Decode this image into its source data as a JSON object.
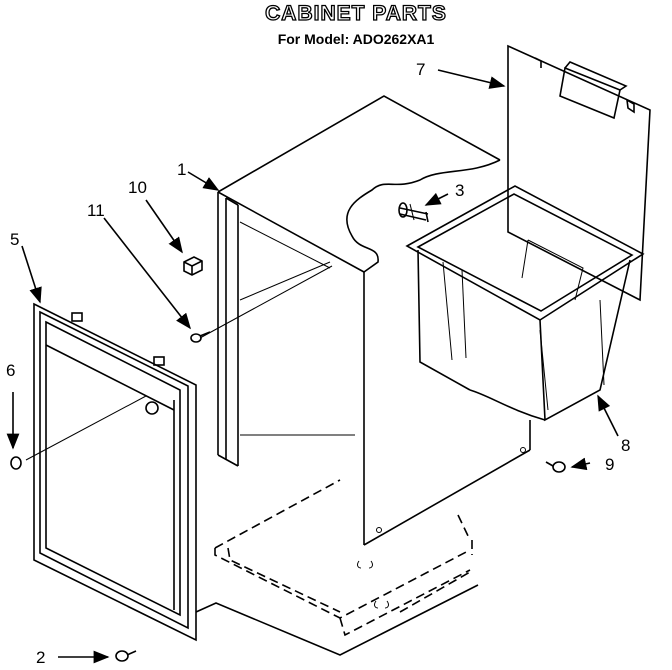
{
  "header": {
    "title": "CABINET PARTS",
    "subtitle": "For Model: ADO262XA1"
  },
  "callouts": [
    {
      "id": "c1",
      "label": "1"
    },
    {
      "id": "c2",
      "label": "2"
    },
    {
      "id": "c3",
      "label": "3"
    },
    {
      "id": "c5",
      "label": "5"
    },
    {
      "id": "c6",
      "label": "6"
    },
    {
      "id": "c7",
      "label": "7"
    },
    {
      "id": "c8",
      "label": "8"
    },
    {
      "id": "c9",
      "label": "9"
    },
    {
      "id": "c10",
      "label": "10"
    },
    {
      "id": "c11",
      "label": "11"
    }
  ],
  "colors": {
    "ink": "#000000",
    "paper": "#ffffff"
  }
}
